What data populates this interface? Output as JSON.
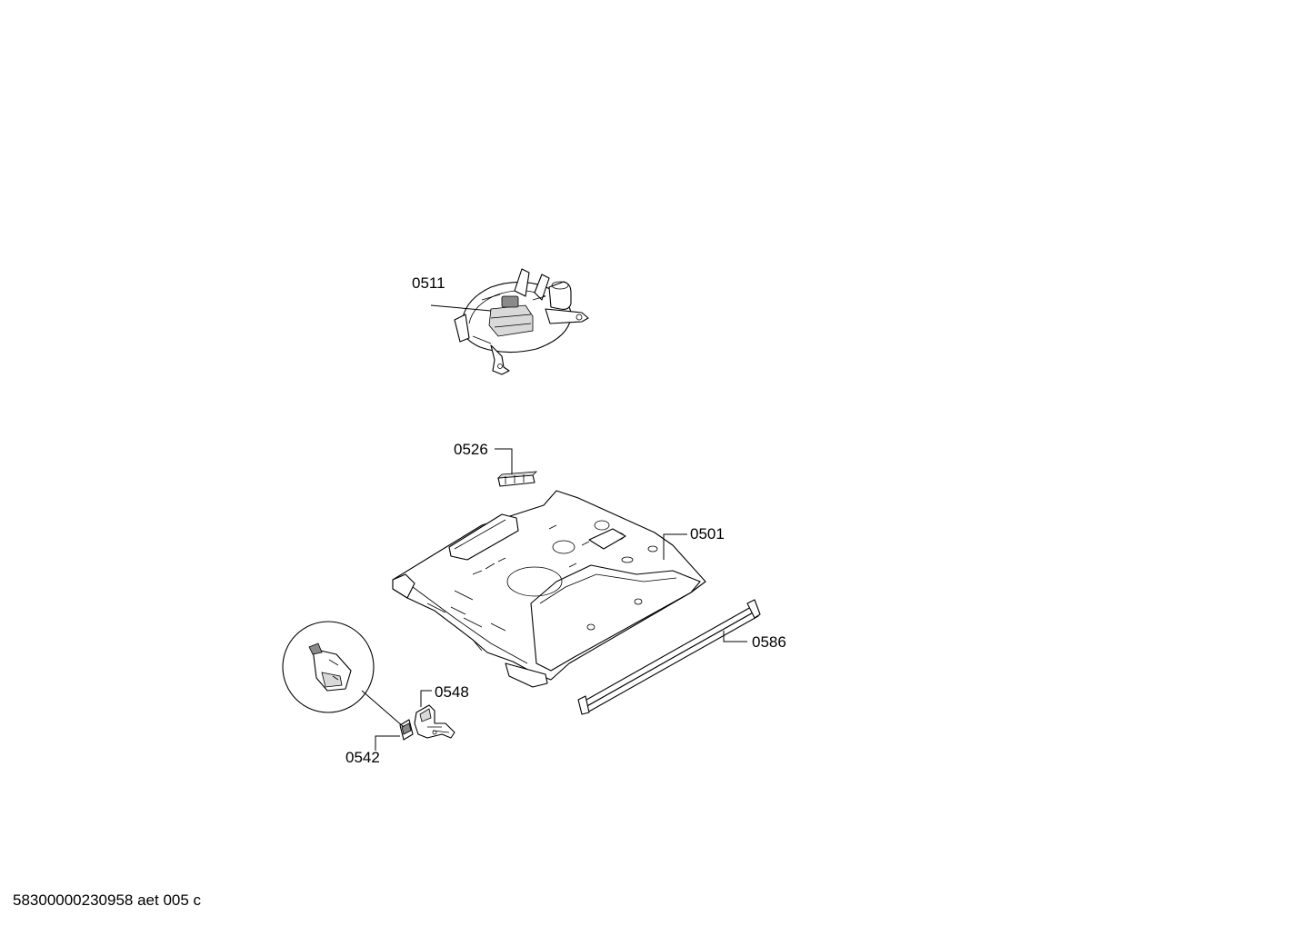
{
  "diagram": {
    "parts": [
      {
        "id": "p0511",
        "number": "0511"
      },
      {
        "id": "p0526",
        "number": "0526"
      },
      {
        "id": "p0501",
        "number": "0501"
      },
      {
        "id": "p0586",
        "number": "0586"
      },
      {
        "id": "p0548",
        "number": "0548"
      },
      {
        "id": "p0542",
        "number": "0542"
      }
    ]
  },
  "footer": {
    "drawing_code": "58300000230958 aet 005 c"
  }
}
